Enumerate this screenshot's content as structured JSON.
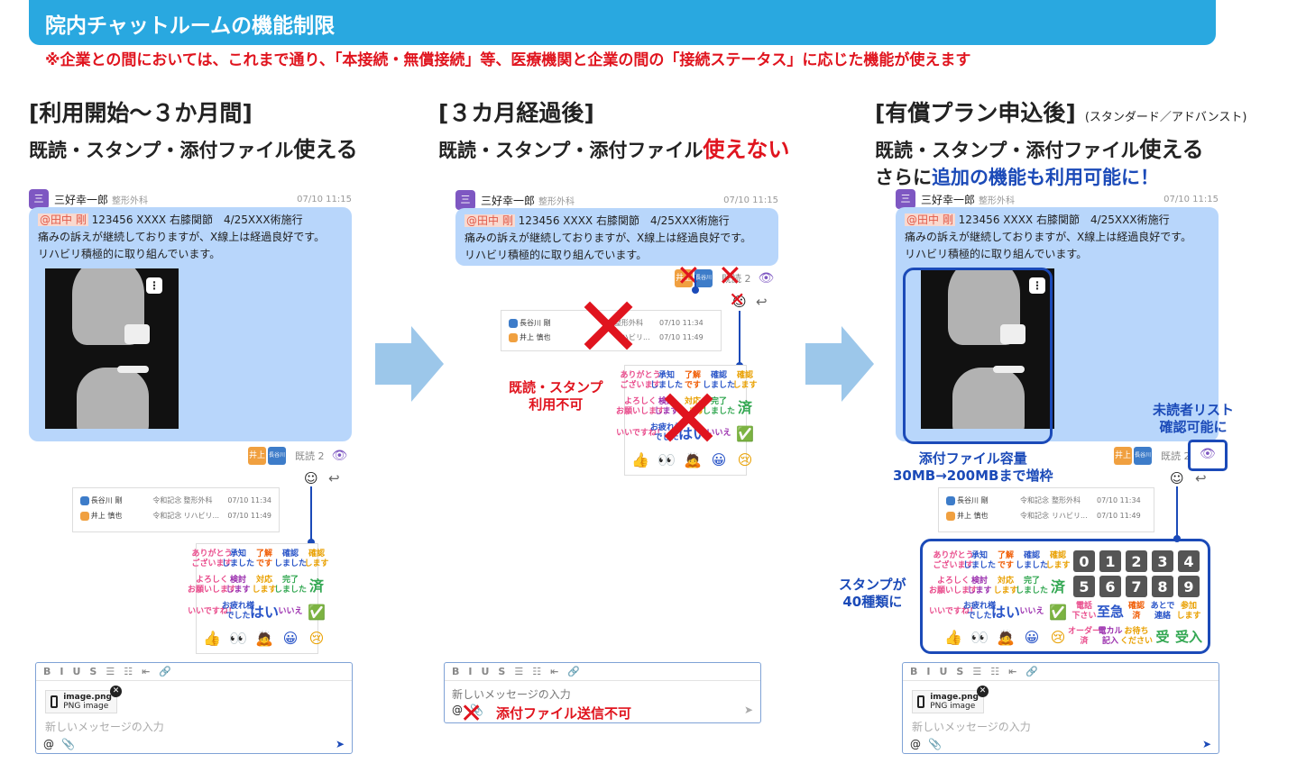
{
  "banner": {
    "title": "院内チャットルームの機能制限"
  },
  "note": "※企業との間においては、これまで通り、「本接続・無償接続」等、医療機関と企業の間の「接続ステータス」に応じた機能が使えます",
  "panels": [
    {
      "heading": "[利用開始〜３か月間]",
      "line1_pre": "既読・スタンプ・添付ファイル",
      "line1_em": "使える"
    },
    {
      "heading": "[３カ月経過後]",
      "line1_pre": "既読・スタンプ・添付ファイル",
      "line1_em": "使えない"
    },
    {
      "heading": "[有償プラン申込後]",
      "heading_small": "(スタンダード／アドバンスト)",
      "line1_pre": "既読・スタンプ・添付ファイル",
      "line1_em": "使える",
      "line2_pre": "さらに",
      "line2_em": "追加の機能も利用可能に！"
    }
  ],
  "message": {
    "avatar": "三",
    "sender": "三好幸一郎",
    "dept": "整形外科",
    "time": "07/10 11:15",
    "mention": "@田中 剛",
    "line1": " 123456 XXXX 右膝関節　4/25XXX術施行",
    "line2": "痛みの訴えが継続しておりますが、X線上は経過良好です。",
    "line3": "リハビリ積極的に取り組んでいます。"
  },
  "reactions": {
    "chip1": "井上",
    "chip2": "長谷川",
    "read_label": "既読 2"
  },
  "readers": [
    {
      "name": "長谷川 剛",
      "org": "令和記念",
      "dept": "整形外科",
      "time": "07/10 11:34"
    },
    {
      "name": "井上 慎也",
      "org": "令和記念",
      "dept": "リハビリ...",
      "time": "07/10 11:49"
    }
  ],
  "stamps": [
    [
      "ありがとう\nございます",
      "承知\nしました",
      "了解\nです",
      "確認\nしました",
      "確認\nします"
    ],
    [
      "よろしく\nお願いします",
      "検討\nします",
      "対応\nします",
      "完了\nしました",
      "済"
    ],
    [
      "いいですね！",
      "お疲れ様\nでした",
      "はい",
      "いいえ",
      "✅"
    ],
    [
      "👍",
      "👀",
      "🙇",
      "😀",
      "😢"
    ]
  ],
  "extra_stamps": {
    "numbers": [
      "0",
      "1",
      "2",
      "3",
      "4",
      "5",
      "6",
      "7",
      "8",
      "9"
    ],
    "words": [
      "電話\n下さい",
      "至急",
      "確認\n済",
      "あとで\n連絡",
      "参加\nします",
      "オーダー\n済",
      "電カル\n記入",
      "お待ち\nください",
      "受",
      "受入"
    ]
  },
  "editor": {
    "tools": [
      "B",
      "I",
      "U",
      "S",
      "☰",
      "☷",
      "⇤",
      "🔗"
    ],
    "file_name": "image.png",
    "file_type": "PNG image",
    "placeholder": "新しいメッセージの入力",
    "at": "@",
    "send": "➤"
  },
  "labels": {
    "no_read_stamp": "既読・スタンプ\n利用不可",
    "no_attach": "添付ファイル送信不可",
    "attach_cap": "添付ファイル容量\n30MB→200MBまで増枠",
    "unread_list": "未読者リスト\n確認可能に",
    "stamps40": "スタンプが\n40種類に"
  }
}
